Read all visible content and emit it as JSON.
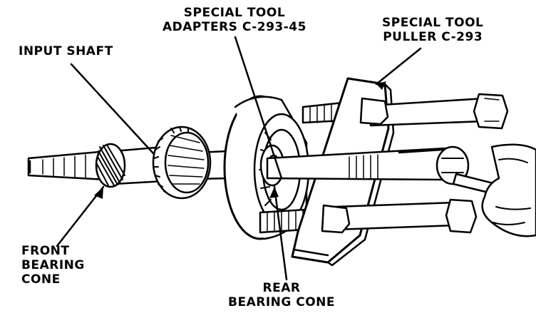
{
  "labels": {
    "input_shaft": "INPUT SHAFT",
    "adapters_line1": "SPECIAL TOOL",
    "adapters_line2": "ADAPTERS C-293-45",
    "puller_line1": "SPECIAL TOOL",
    "puller_line2": "PULLER C-293",
    "front_bearing_line1": "FRONT",
    "front_bearing_line2": "BEARING",
    "front_bearing_line3": "CONE",
    "rear_bearing_line1": "REAR",
    "rear_bearing_line2": "BEARING CONE"
  },
  "colors": {
    "ink": "#000000",
    "paper": "#ffffff"
  }
}
